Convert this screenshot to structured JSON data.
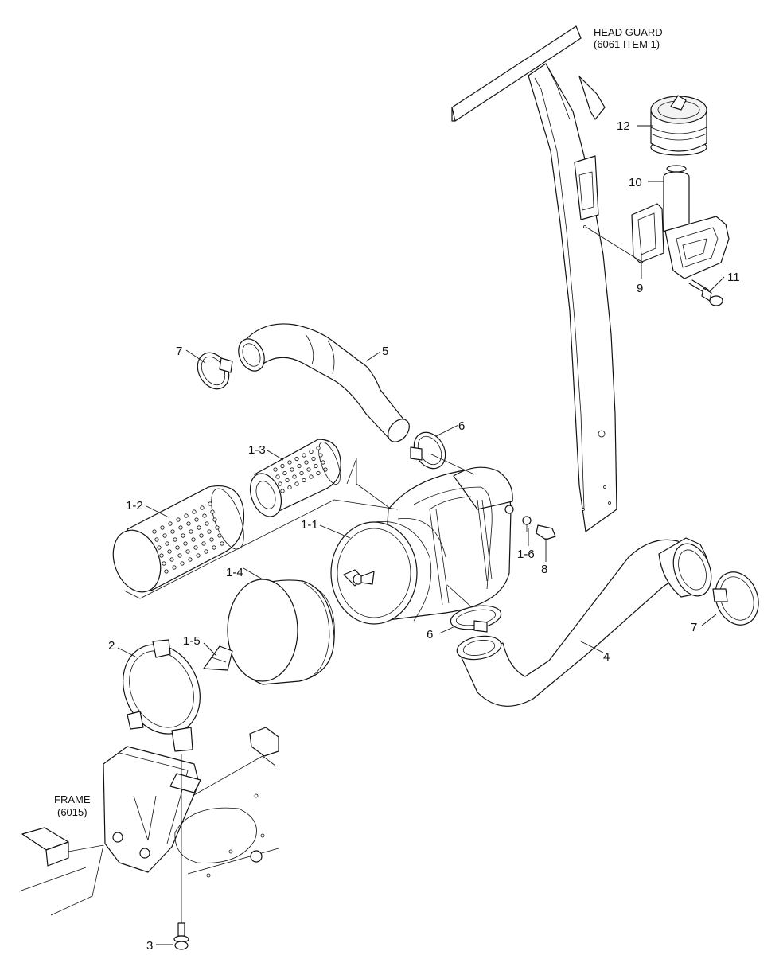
{
  "diagram": {
    "callouts": {
      "head_guard": [
        "HEAD GUARD",
        "(6061 ITEM 1)"
      ],
      "frame": [
        "FRAME",
        "(6015)"
      ],
      "p12": "12",
      "p10": "10",
      "p9": "9",
      "p11": "11",
      "p7a": "7",
      "p5": "5",
      "p6a": "6",
      "p1_3": "1-3",
      "p1_2": "1-2",
      "p1_1": "1-1",
      "p1_6": "1-6",
      "p8": "8",
      "p1_4": "1-4",
      "p7b": "7",
      "p2": "2",
      "p1_5": "1-5",
      "p6b": "6",
      "p4": "4",
      "p3": "3"
    }
  }
}
